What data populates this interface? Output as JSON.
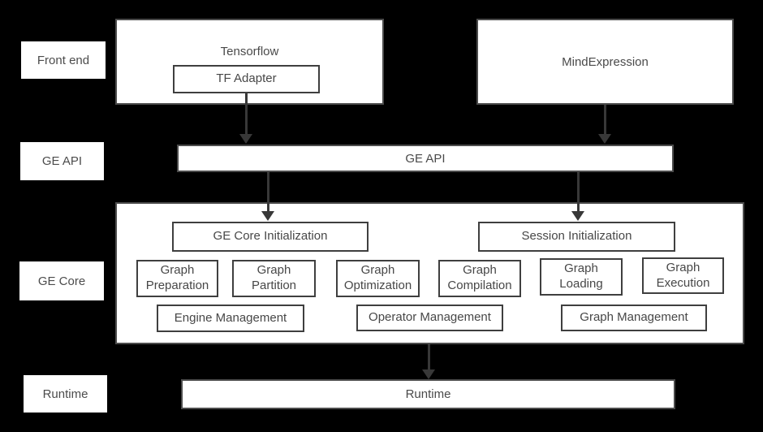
{
  "row_labels": [
    {
      "id": "front-end",
      "label": "Front end"
    },
    {
      "id": "ge-api",
      "label": "GE API"
    },
    {
      "id": "ge-core",
      "label": "GE Core"
    },
    {
      "id": "runtime",
      "label": "Runtime"
    }
  ],
  "front_end": {
    "tensorflow_label": "Tensorflow",
    "tf_adapter_label": "TF Adapter",
    "mind_expression_label": "MindExpression"
  },
  "ge_api": {
    "label": "GE API"
  },
  "ge_core": {
    "init_boxes": [
      {
        "label": "GE Core Initialization"
      },
      {
        "label": "Session Initialization"
      }
    ],
    "function_boxes": [
      {
        "label": "Graph Preparation"
      },
      {
        "label": "Graph Partition"
      },
      {
        "label": "Graph Optimization"
      },
      {
        "label": "Graph Compilation"
      },
      {
        "label": "Graph Loading"
      },
      {
        "label": "Graph Execution"
      }
    ],
    "management_boxes": [
      {
        "label": "Engine Management"
      },
      {
        "label": "Operator Management"
      },
      {
        "label": "Graph Management"
      }
    ]
  },
  "runtime": {
    "label": "Runtime"
  },
  "colors": {
    "background": "#000000",
    "box_background": "#ffffff",
    "border": "#404040",
    "text": "#4a4a4a",
    "arrow": "#383838"
  }
}
